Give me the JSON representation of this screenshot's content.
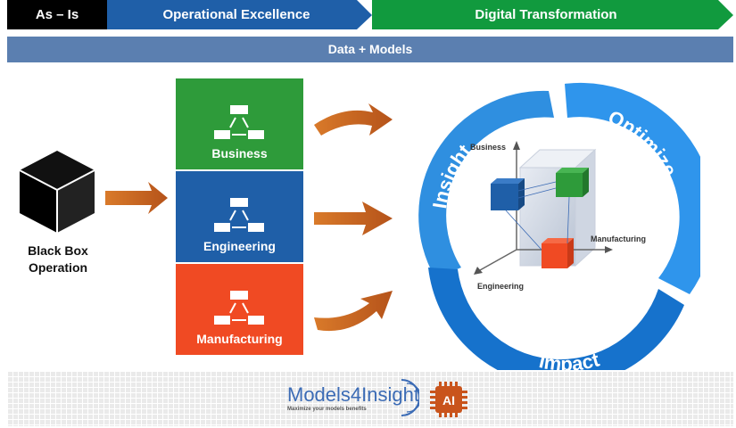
{
  "header": {
    "as_is": "As – Is",
    "operational": "Operational Excellence",
    "digital": "Digital Transformation"
  },
  "data_bar": "Data + Models",
  "black_box": {
    "line1": "Black Box",
    "line2": "Operation"
  },
  "boxes": [
    {
      "label": "Business",
      "color": "#2e9b3a"
    },
    {
      "label": "Engineering",
      "color": "#1f5fa8"
    },
    {
      "label": "Manufacturing",
      "color": "#f04a23"
    }
  ],
  "cycle": {
    "insight": "Insight",
    "optimize": "Optimize",
    "impact": "Impact"
  },
  "cube_axes": {
    "business": "Business",
    "manufacturing": "Manufacturing",
    "engineering": "Engineering"
  },
  "logo": {
    "name": "Models4Insight",
    "tagline": "Maximize your models benefits",
    "ai": "AI"
  },
  "colors": {
    "header_black": "#000000",
    "header_blue": "#1f5fa8",
    "header_green": "#119a3e",
    "data_bar": "#5b7fb0",
    "cycle_blue": "#2f8fe0",
    "arrow_orange": "#c8641c"
  }
}
